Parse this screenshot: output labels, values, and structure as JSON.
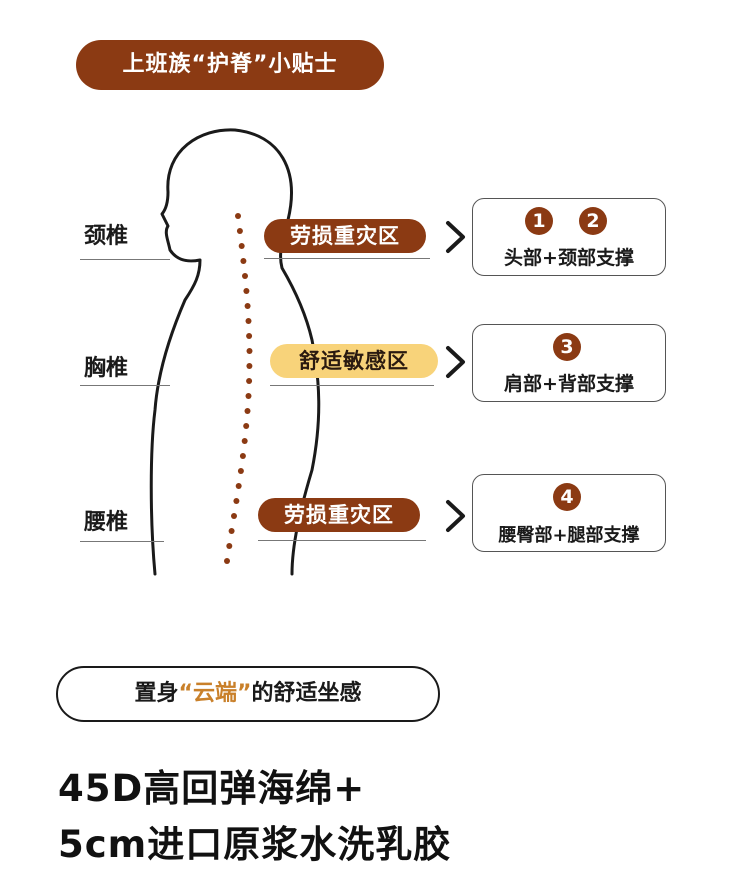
{
  "title": "上班族“护脊”小贴士",
  "spine": {
    "neck_label": "颈椎",
    "chest_label": "胸椎",
    "waist_label": "腰椎"
  },
  "zones": {
    "neck": "劳损重灾区",
    "chest": "舒适敏感区",
    "waist": "劳损重灾区"
  },
  "supports": {
    "box1": {
      "nums": [
        "1",
        "2"
      ],
      "text": "头部+颈部支撑"
    },
    "box2": {
      "nums": [
        "3"
      ],
      "text": "肩部+背部支撑"
    },
    "box3": {
      "nums": [
        "4"
      ],
      "text": "腰臀部+腿部支撑"
    }
  },
  "feel": {
    "prefix": "置身",
    "highlight": "“云端”",
    "suffix": "的舒适坐感"
  },
  "features": {
    "line1": "45D高回弹海绵+",
    "line2": "5cm进口原浆水洗乳胶"
  },
  "colors": {
    "brown": "#8b3a13",
    "yellow": "#f8d37a",
    "highlight": "#c9802a"
  }
}
